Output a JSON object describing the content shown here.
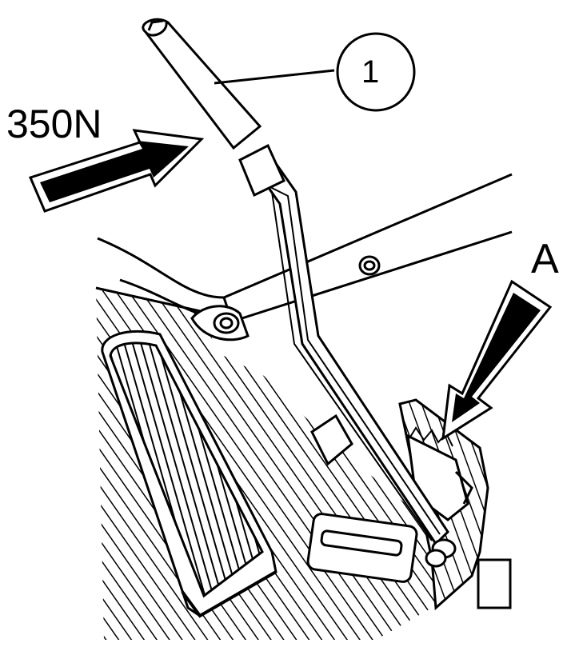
{
  "figure": {
    "force_label": "350N",
    "view_label": "A",
    "callout_number": "1"
  },
  "colors": {
    "ink": "#000000",
    "paper": "#ffffff"
  }
}
